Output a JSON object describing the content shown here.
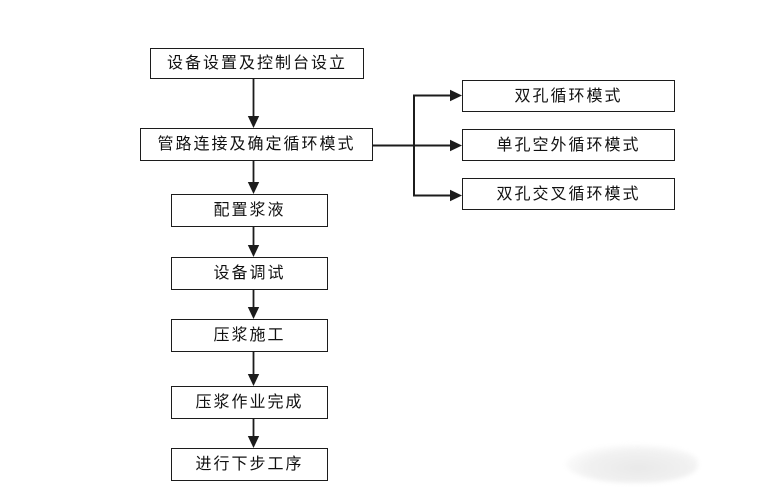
{
  "nodes": {
    "setup": {
      "label": "设备设置及控制台设立"
    },
    "pipeline": {
      "label": "管路连接及确定循环模式"
    },
    "slurry": {
      "label": "配置浆液"
    },
    "debug": {
      "label": "设备调试"
    },
    "grouting": {
      "label": "压浆施工"
    },
    "complete": {
      "label": "压浆作业完成"
    },
    "next_step": {
      "label": "进行下步工序"
    },
    "mode_dual": {
      "label": "双孔循环模式"
    },
    "mode_single": {
      "label": "单孔空外循环模式"
    },
    "mode_cross": {
      "label": "双孔交叉循环模式"
    }
  },
  "edges": [
    {
      "from": "setup",
      "to": "pipeline"
    },
    {
      "from": "pipeline",
      "to": "mode_dual"
    },
    {
      "from": "pipeline",
      "to": "mode_single"
    },
    {
      "from": "pipeline",
      "to": "mode_cross"
    },
    {
      "from": "pipeline",
      "to": "slurry"
    },
    {
      "from": "slurry",
      "to": "debug"
    },
    {
      "from": "debug",
      "to": "grouting"
    },
    {
      "from": "grouting",
      "to": "complete"
    },
    {
      "from": "complete",
      "to": "next_step"
    }
  ],
  "colors": {
    "line": "#1c1c1c",
    "box_border": "#1c1c1c",
    "box_background": "#ffffff",
    "text": "#111111",
    "page_background": "#ffffff"
  }
}
